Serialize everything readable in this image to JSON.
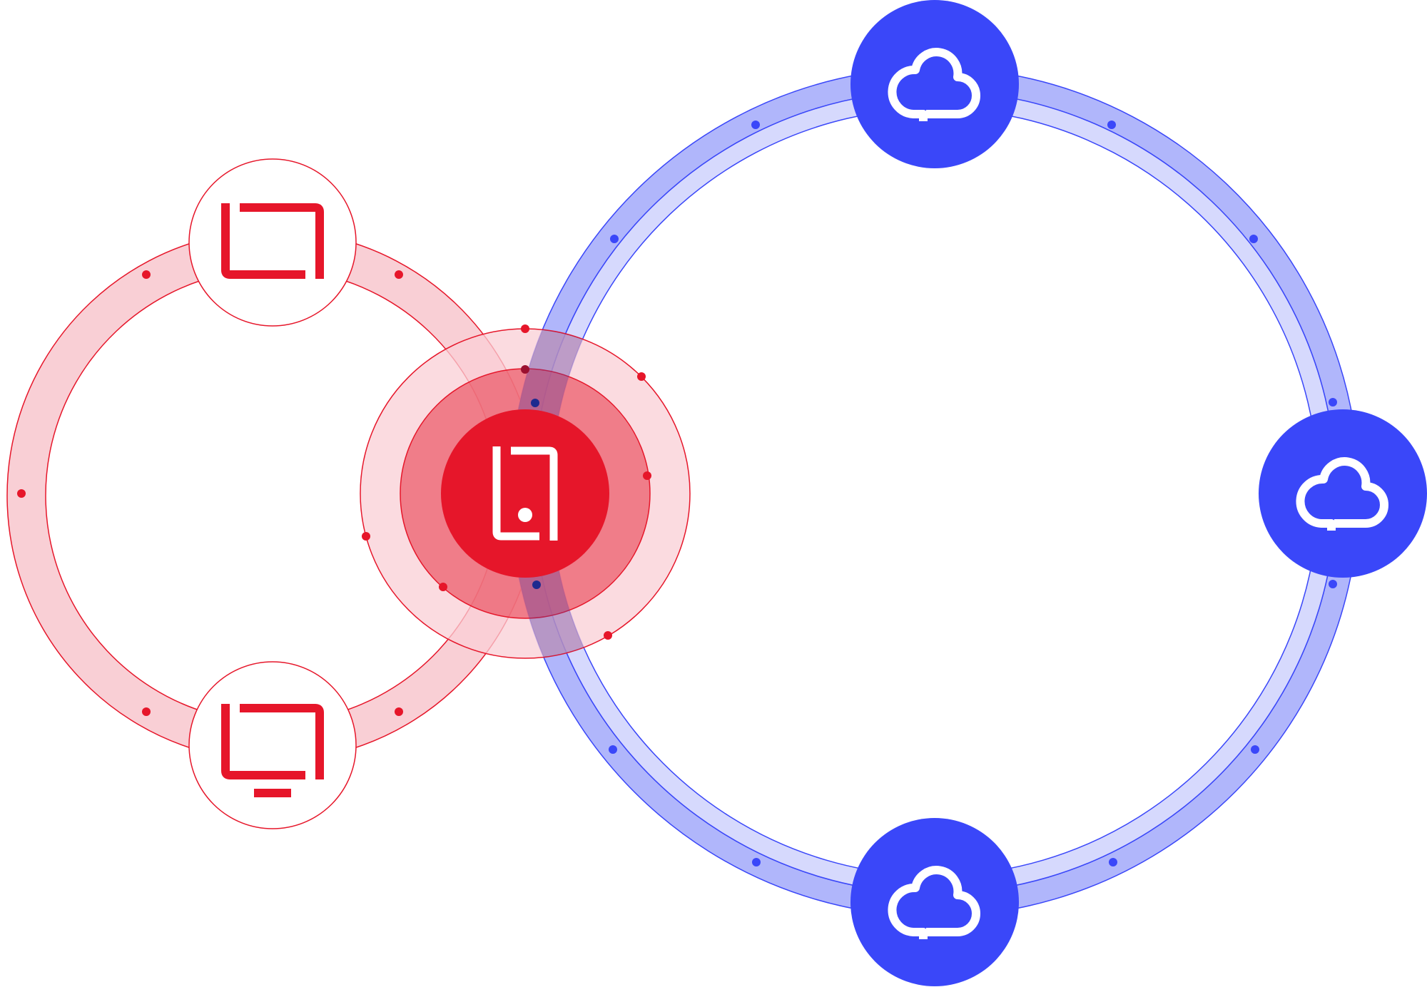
{
  "colors": {
    "red": "#e6162a",
    "red_ring_fill": "#f9cfd5",
    "red_glow_mid": "#f07b87",
    "red_glow_outer": "#f9cfd5",
    "blue": "#3a47f9",
    "blue_band_outer": "#b0b6fb",
    "blue_band_inner": "#d6d9fd",
    "blue_dot": "#3a47f9",
    "background": "#ffffff"
  },
  "nodes": [
    {
      "id": "laptop-top",
      "icon": "laptop-icon",
      "network": "local"
    },
    {
      "id": "desktop-bottom",
      "icon": "desktop-monitor-icon",
      "network": "local"
    },
    {
      "id": "mobile-center",
      "icon": "mobile-phone-icon",
      "network": "hub"
    },
    {
      "id": "cloud-top",
      "icon": "cloud-icon",
      "network": "cloud"
    },
    {
      "id": "cloud-right",
      "icon": "cloud-icon",
      "network": "cloud"
    },
    {
      "id": "cloud-bottom",
      "icon": "cloud-icon",
      "network": "cloud"
    }
  ]
}
